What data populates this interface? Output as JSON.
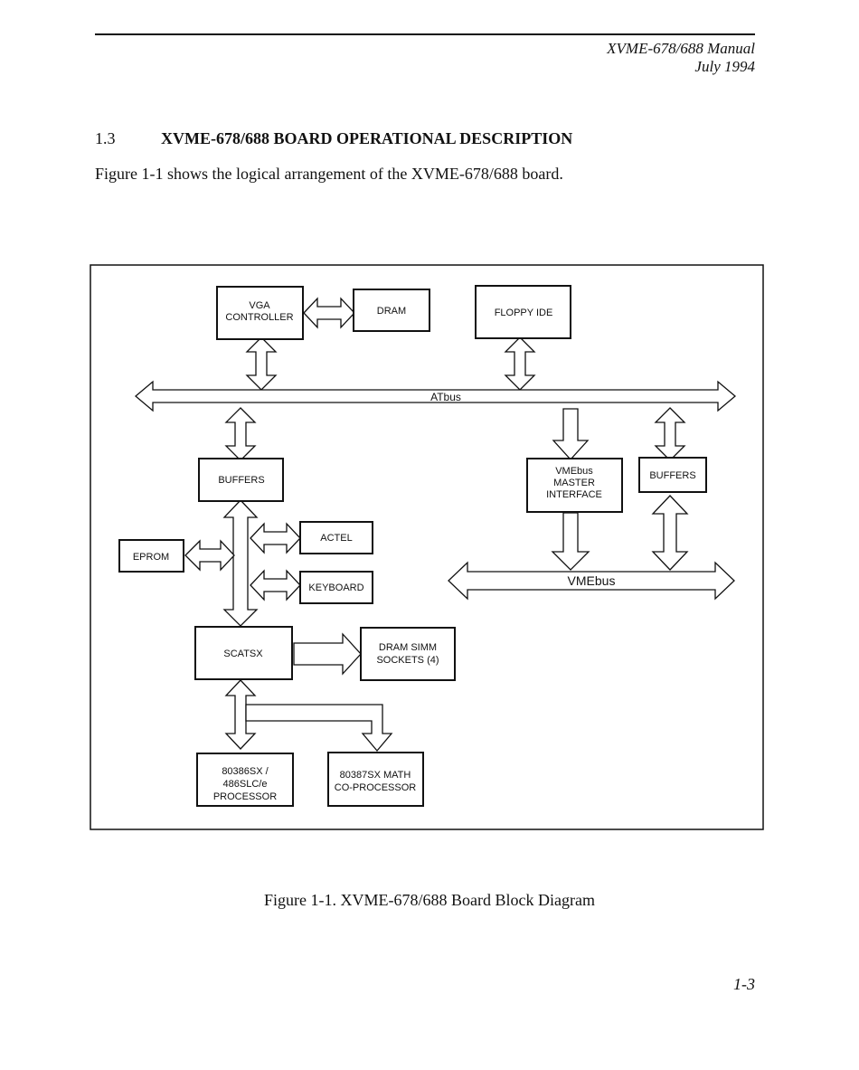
{
  "header": {
    "manual": "XVME-678/688 Manual",
    "date": "July 1994"
  },
  "section": {
    "number": "1.3",
    "title": "XVME-678/688 BOARD OPERATIONAL DESCRIPTION",
    "intro": "Figure 1-1 shows the logical arrangement of the XVME-678/688 board."
  },
  "diagram": {
    "blocks": {
      "vga_controller": [
        "VGA",
        "CONTROLLER"
      ],
      "dram": [
        "DRAM"
      ],
      "floppy_ide": [
        "FLOPPY IDE"
      ],
      "buffers_left": [
        "BUFFERS"
      ],
      "vmebus_master": [
        "VMEbus",
        "MASTER",
        "INTERFACE"
      ],
      "buffers_right": [
        "BUFFERS"
      ],
      "eprom": [
        "EPROM"
      ],
      "actel": [
        "ACTEL"
      ],
      "keyboard": [
        "KEYBOARD"
      ],
      "scatsx": [
        "SCATSX"
      ],
      "dram_simm": [
        "DRAM SIMM",
        "SOCKETS (4)"
      ],
      "processor": [
        "80386SX /",
        "486SLC/e",
        "PROCESSOR"
      ],
      "math_coprocessor": [
        "80387SX MATH",
        "CO-PROCESSOR"
      ]
    },
    "buses": {
      "atbus": "ATbus",
      "vmebus": "VMEbus"
    }
  },
  "caption": "Figure 1-1. XVME-678/688 Board Block Diagram",
  "page_number": "1-3"
}
